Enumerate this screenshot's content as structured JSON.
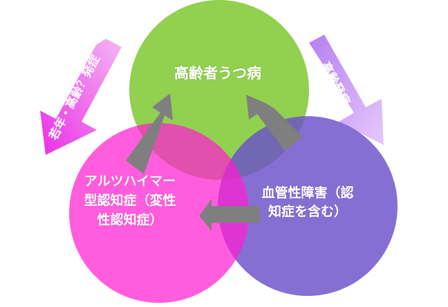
{
  "circles": {
    "top": {
      "label": "高齢者うつ病",
      "color": "#92d050"
    },
    "left": {
      "label": "アルツハイマー型認知症（変性性認知症）",
      "color": "#ff3fd6"
    },
    "right": {
      "label": "血管性障害（認知症を含む）",
      "color": "#8a6fd8"
    }
  },
  "side_arrows": {
    "left": {
      "label": "若年・高齢？発症",
      "color": "#ee33e8"
    },
    "right": {
      "label": "高齢発症",
      "color": "#b96cf5"
    }
  },
  "connector_color": "#7f7f7f"
}
